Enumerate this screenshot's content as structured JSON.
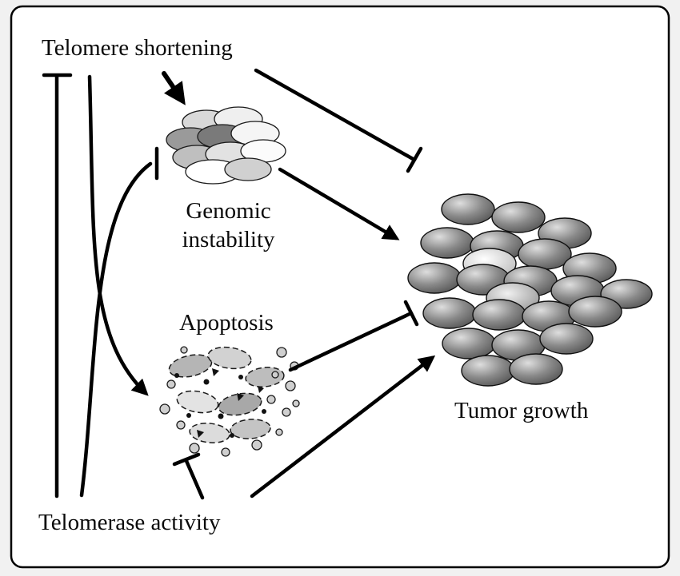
{
  "figure": {
    "background_color": "#f1f1f1",
    "panel_border_color": "#000000",
    "labels": {
      "telomere_shortening": "Telomere shortening",
      "genomic_instability": "Genomic instability",
      "apoptosis": "Apoptosis",
      "tumor_growth": "Tumor growth",
      "telomerase_activity": "Telomerase activity"
    },
    "relationships": [
      {
        "from": "Telomere shortening",
        "to": "Genomic instability",
        "type": "promotes"
      },
      {
        "from": "Telomere shortening",
        "to": "Apoptosis",
        "type": "promotes"
      },
      {
        "from": "Telomere shortening",
        "to": "Tumor growth",
        "type": "inhibits"
      },
      {
        "from": "Genomic instability",
        "to": "Tumor growth",
        "type": "promotes"
      },
      {
        "from": "Apoptosis",
        "to": "Tumor growth",
        "type": "inhibits"
      },
      {
        "from": "Telomerase activity",
        "to": "Telomere shortening",
        "type": "inhibits"
      },
      {
        "from": "Telomerase activity",
        "to": "Genomic instability",
        "type": "inhibits"
      },
      {
        "from": "Telomerase activity",
        "to": "Apoptosis",
        "type": "inhibits"
      },
      {
        "from": "Telomerase activity",
        "to": "Tumor growth",
        "type": "promotes"
      }
    ],
    "palette": {
      "line": "#000000",
      "cell_dark": "#4a4a4a",
      "cell_mid": "#9a9a9a",
      "cell_light": "#e8e8e8"
    }
  }
}
